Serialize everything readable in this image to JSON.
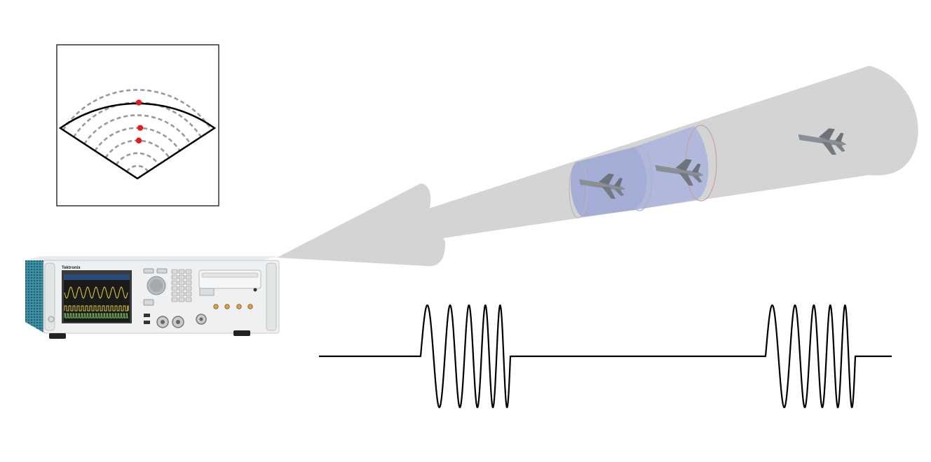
{
  "instrument": {
    "brand": "Tektronix",
    "screen_traces": [
      "sine-wave",
      "pulse-train",
      "pulse-train"
    ]
  },
  "radar_display": {
    "range_rings": 7,
    "targets": [
      {
        "ring": 6
      },
      {
        "ring": 4
      },
      {
        "ring": 3
      }
    ],
    "target_color": "#e02020"
  },
  "beam": {
    "color": "#d4d4d4",
    "gate_color": "#9aa6d6",
    "aircraft_count": 3
  },
  "pulse_waveform": {
    "pulse_count": 2,
    "cycles_per_pulse": 5,
    "chirp": "increasing-frequency"
  },
  "colors": {
    "instrument_teal": "#3a8fa5",
    "screen_bg": "#1a1a1a",
    "trace_yellow": "#e8d23a",
    "trace_green": "#7fd36a"
  }
}
